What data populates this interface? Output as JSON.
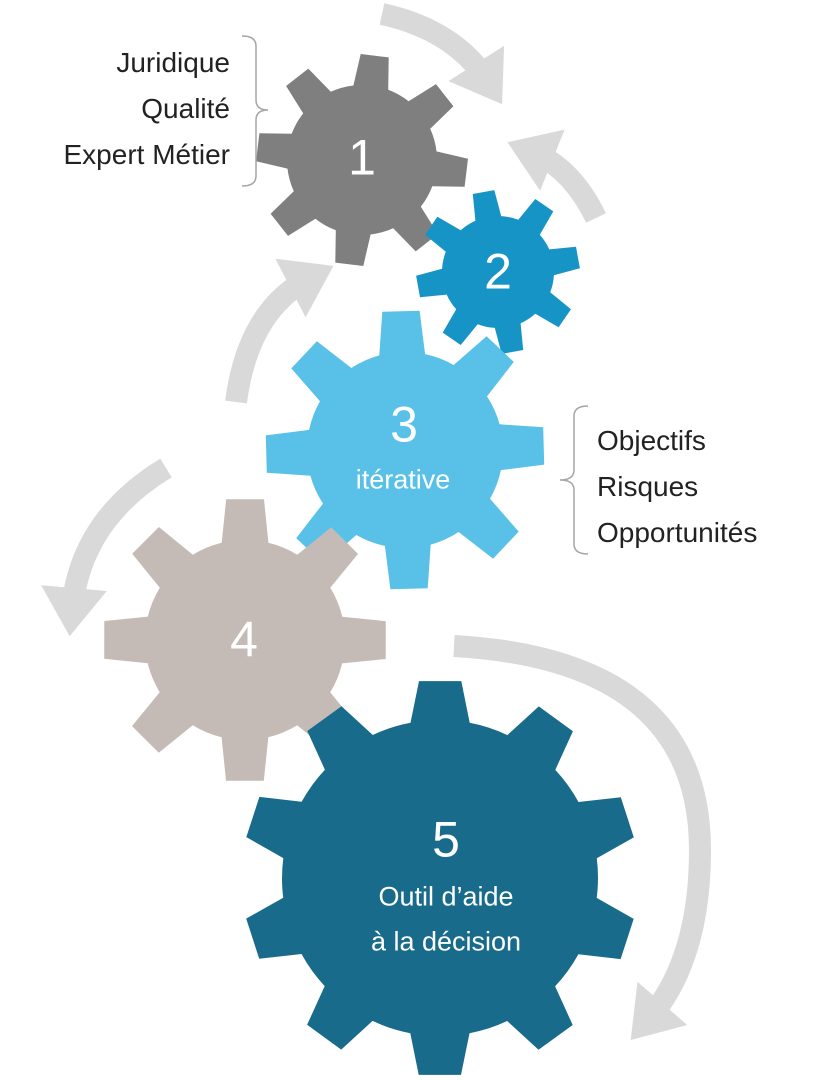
{
  "colors": {
    "gear1": "#7f7f7f",
    "gear2": "#1794c6",
    "gear3": "#59c1e7",
    "gear4": "#c4bbb6",
    "gear5": "#186b8a",
    "arrow": "#d9d9d9",
    "bracket": "#a6a6a6"
  },
  "gears": {
    "g1": {
      "number": "1"
    },
    "g2": {
      "number": "2"
    },
    "g3": {
      "number": "3",
      "caption": "itérative"
    },
    "g4": {
      "number": "4"
    },
    "g5": {
      "number": "5",
      "caption_line1": "Outil d’aide",
      "caption_line2": "à la décision"
    }
  },
  "left_list": [
    "Juridique",
    "Qualité",
    "Expert Métier"
  ],
  "right_list": [
    "Objectifs",
    "Risques",
    "Opportunités"
  ]
}
